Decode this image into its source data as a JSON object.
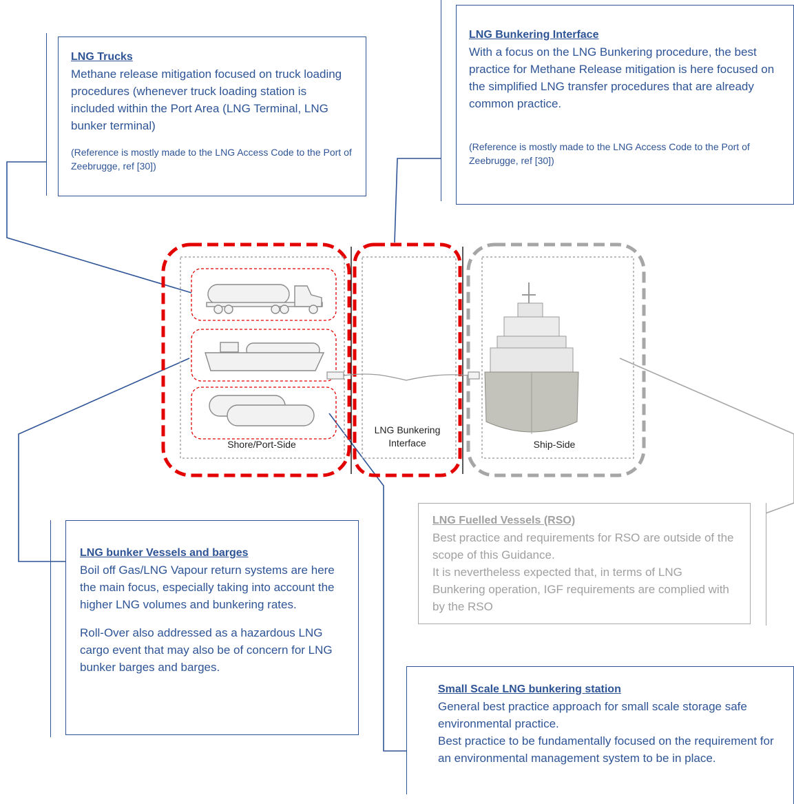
{
  "callouts": {
    "trucks": {
      "title": "LNG Trucks",
      "body": "Methane release mitigation focused on truck loading procedures (whenever truck loading station is included within the Port Area (LNG Terminal, LNG bunker terminal)",
      "ref": "(Reference is mostly made to the LNG Access Code to the Port of Zeebrugge, ref [30])"
    },
    "interface": {
      "title": "LNG Bunkering Interface",
      "body": "With a focus on the LNG Bunkering procedure, the best practice for Methane Release mitigation is here focused on the simplified LNG transfer procedures that are already common practice.",
      "ref": "(Reference is mostly made to the LNG Access Code to the Port of Zeebrugge, ref [30])"
    },
    "vessels": {
      "title": "LNG bunker Vessels and barges",
      "body": "Boil off Gas/LNG Vapour return systems are here the main focus, especially taking into account the higher LNG volumes and bunkering rates.",
      "body2": "Roll-Over also addressed as a hazardous LNG cargo event that may also be of concern for LNG bunker barges and barges."
    },
    "rso": {
      "title": "LNG Fuelled Vessels (RSO)",
      "body": "Best practice and requirements for RSO are outside of the scope of this Guidance.",
      "body2": "It is nevertheless expected that, in terms of LNG Bunkering operation, IGF requirements are complied with by the RSO"
    },
    "station": {
      "title": "Small Scale LNG bunkering station",
      "body": "General best practice approach for small scale storage safe environmental practice.",
      "body2": "Best practice to be fundamentally focused on the requirement for an environmental management system to be in place."
    }
  },
  "zones": {
    "shore": "Shore/Port-Side",
    "interface_line1": "LNG Bunkering",
    "interface_line2": "Interface",
    "ship": "Ship-Side"
  },
  "colors": {
    "callout_border": "#2e5496",
    "red_dash": "#e30000",
    "grey_dash": "#a6a6a6"
  }
}
